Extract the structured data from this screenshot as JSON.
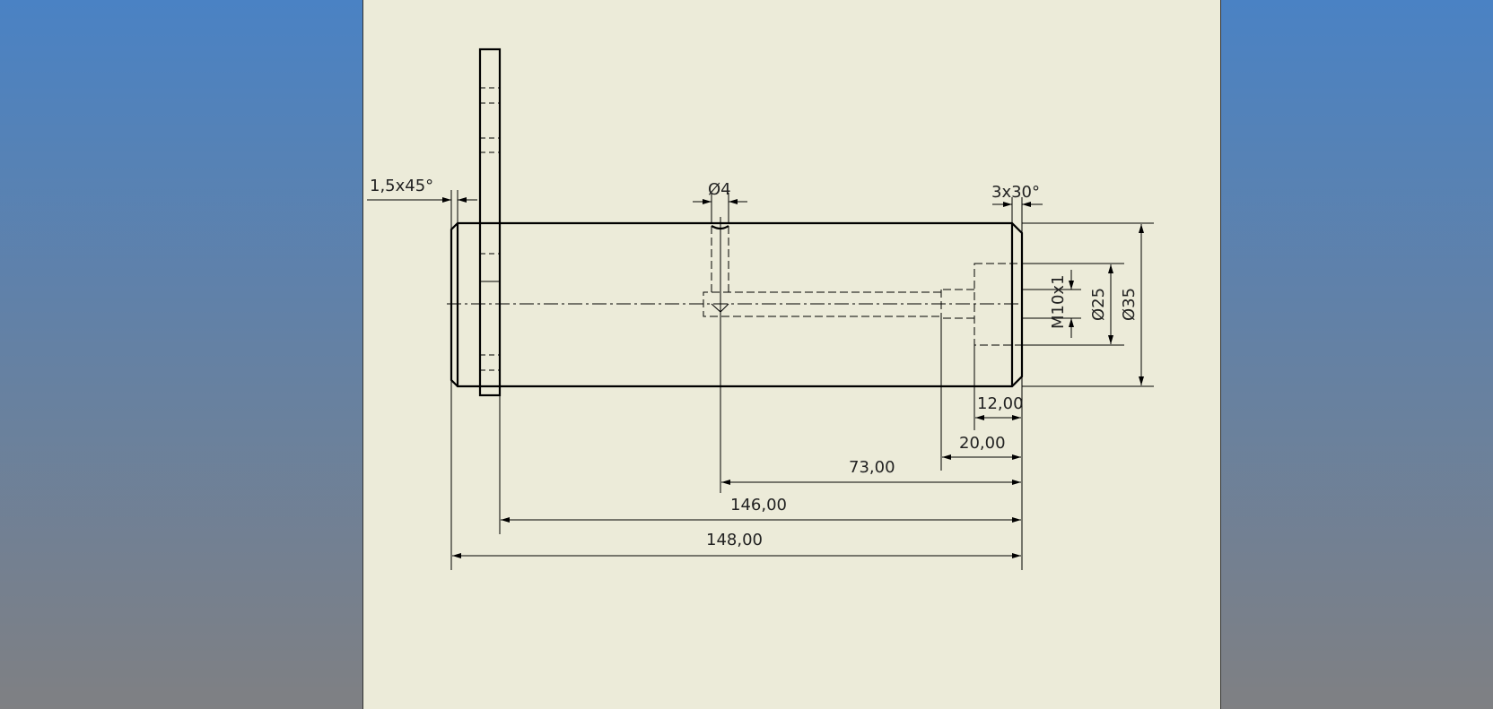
{
  "drawing": {
    "annotations": {
      "chamfer_left": "1,5x45°",
      "hole_diameter": "Ø4",
      "chamfer_right": "3x30°",
      "thread": "M10x1",
      "bore_diameter": "Ø25",
      "shaft_diameter": "Ø35"
    },
    "dimensions": {
      "d12": "12,00",
      "d20": "20,00",
      "d73": "73,00",
      "d146": "146,00",
      "d148": "148,00"
    }
  }
}
